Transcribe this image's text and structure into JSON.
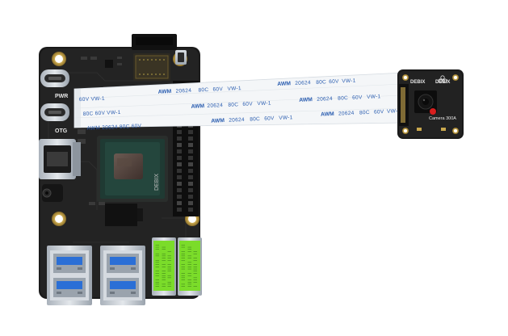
{
  "board": {
    "port_labels": {
      "pwr": "PWR",
      "otg": "OTG"
    },
    "soc_marking": "DEBIX"
  },
  "ribbon": {
    "print_rows": [
      [
        "AWM",
        "20624",
        "80C",
        "60V",
        "VW-1"
      ],
      [
        "AWM",
        "20624",
        "80C",
        "60V",
        "VW-1"
      ],
      [
        "AWM",
        "20624",
        "80C",
        "60V",
        "VW-1"
      ]
    ],
    "row1_lead": "60V  VW-1",
    "row2_lead": "80C  60V  VW-1",
    "row3_lead": "AWM  20624  80C  60V"
  },
  "camera": {
    "brand_left": "DEBIX",
    "brand_right": "DEBIX",
    "model": "Camera 300A"
  },
  "colors": {
    "pcb": "#1d1d1d",
    "ribbon": "#f4f6f8",
    "ribbon_text": "#2a5db0",
    "usb_metal": "#c9cfd6",
    "usb_blue": "#2b6fd6",
    "green_label": "#7bdc2a",
    "gold": "#c9a84e"
  }
}
